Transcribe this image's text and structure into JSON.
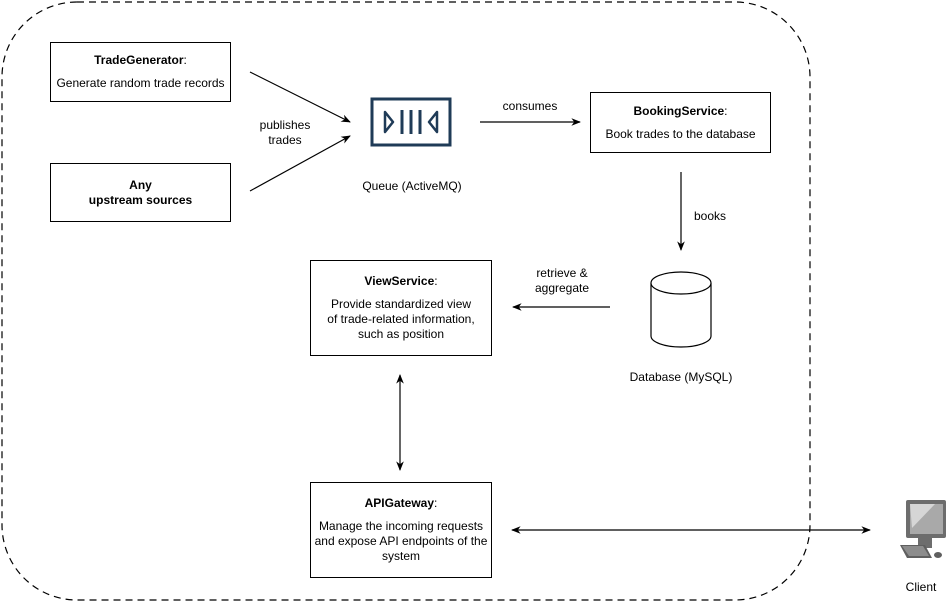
{
  "trade_generator": {
    "name": "TradeGenerator",
    "desc": "Generate random trade records"
  },
  "upstream": {
    "line1": "Any",
    "line2": "upstream sources"
  },
  "queue": {
    "label": "Queue (ActiveMQ)"
  },
  "booking_service": {
    "name": "BookingService",
    "desc": "Book trades to the database"
  },
  "database": {
    "label": "Database (MySQL)"
  },
  "view_service": {
    "name": "ViewService",
    "desc1": "Provide standardized view",
    "desc2": "of  trade-related information,",
    "desc3": "such as position"
  },
  "api_gateway": {
    "name": "APIGateway",
    "desc1": "Manage the incoming requests",
    "desc2": "and expose API endpoints of the",
    "desc3": "system"
  },
  "client": {
    "label": "Client"
  },
  "edges": {
    "publishes_1": "publishes",
    "publishes_2": "trades",
    "consumes": "consumes",
    "books": "books",
    "retrieve_1": "retrieve &",
    "retrieve_2": "aggregate"
  }
}
